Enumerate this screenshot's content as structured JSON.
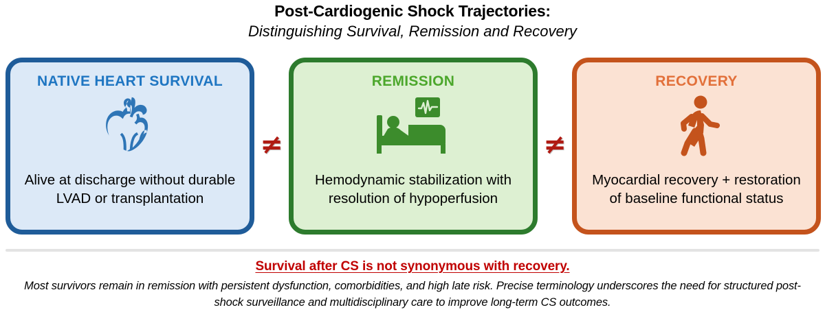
{
  "title": {
    "main": "Post-Cardiogenic Shock Trajectories:",
    "subtitle": "Distinguishing Survival, Remission and Recovery"
  },
  "separators": {
    "symbol_1": "≠",
    "symbol_2": "≠"
  },
  "panels": [
    {
      "id": "native-heart-survival",
      "heading": "NATIVE HEART SURVIVAL",
      "icon": "anatomical-heart-icon",
      "description": "Alive at discharge without durable LVAD or transplantation",
      "border_color": "#1F5C99",
      "fill_color": "#DCE9F7",
      "heading_color": "#1F76C2",
      "icon_color": "#2E75B6"
    },
    {
      "id": "remission",
      "heading": "REMISSION",
      "icon": "patient-in-bed-with-monitor-icon",
      "description": "Hemodynamic stabilization with resolution of hypoperfusion",
      "border_color": "#2D7B2D",
      "fill_color": "#DDF0D2",
      "heading_color": "#4CA72C",
      "icon_color": "#3C8C2C"
    },
    {
      "id": "recovery",
      "heading": "RECOVERY",
      "icon": "walking-person-icon",
      "description": "Myocardial recovery + restoration of baseline functional status",
      "border_color": "#C4531C",
      "fill_color": "#FBE2D3",
      "heading_color": "#E2703A",
      "icon_color": "#C4531C"
    }
  ],
  "footer": {
    "headline": "Survival after CS is not synonymous with recovery.",
    "note": "Most survivors remain in remission with persistent dysfunction, comorbidities, and high late risk. Precise terminology underscores the need for structured post-shock surveillance and multidisciplinary care to improve long-term CS outcomes.",
    "headline_color": "#C00000"
  }
}
